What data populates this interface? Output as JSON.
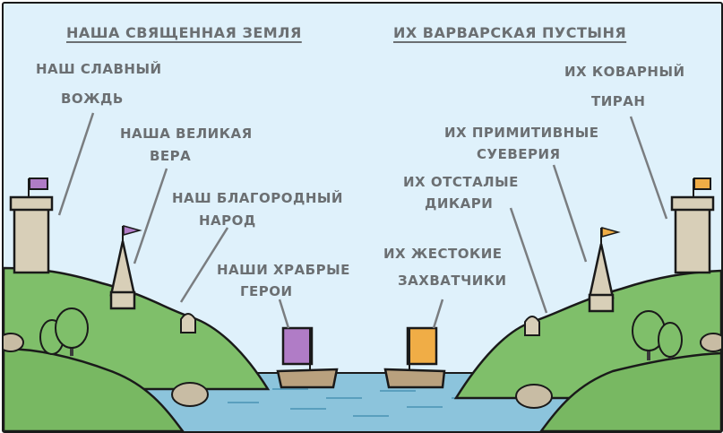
{
  "comic": {
    "left_title": "НАША СВЯЩЕННАЯ ЗЕМЛЯ",
    "right_title": "ИХ ВАРВАРСКАЯ ПУСТЫНЯ",
    "left_labels": {
      "leader_1": "НАШ СЛАВНЫЙ",
      "leader_2": "ВОЖДЬ",
      "faith_1": "НАША ВЕЛИКАЯ",
      "faith_2": "ВЕРА",
      "people_1": "НАШ БЛАГОРОДНЫЙ",
      "people_2": "НАРОД",
      "heroes_1": "НАШИ ХРАБРЫЕ",
      "heroes_2": "ГЕРОИ"
    },
    "right_labels": {
      "tyrant_1": "ИХ КОВАРНЫЙ",
      "tyrant_2": "ТИРАН",
      "superstition_1": "ИХ ПРИМИТИВНЫЕ",
      "superstition_2": "СУЕВЕРИЯ",
      "savages_1": "ИХ ОТСТАЛЫЕ",
      "savages_2": "ДИКАРИ",
      "invaders_1": "ИХ ЖЕСТОКИЕ",
      "invaders_2": "ЗАХВАТЧИКИ"
    },
    "colors": {
      "sky": "#dff1fb",
      "grass": "#7fbf6a",
      "water": "#8cc4dc",
      "stone": "#d8cfb8",
      "left_flag": "#b07cc6",
      "right_flag": "#f0ad46",
      "label_text": "#6b6f72"
    }
  }
}
